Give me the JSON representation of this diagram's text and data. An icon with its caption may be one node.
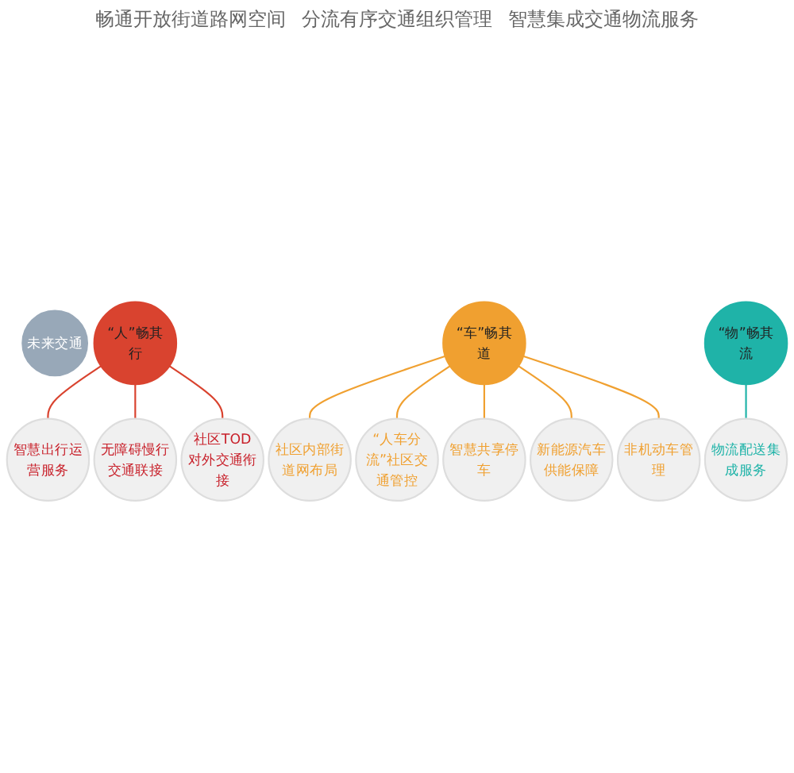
{
  "diagram": {
    "nodes": [
      {
        "text": [
          "未来交通"
        ]
      },
      {
        "text": [
          "“人”畅其行"
        ]
      },
      {
        "text": [
          "“车”畅其道"
        ]
      },
      {
        "text": [
          "“物”畅其流"
        ]
      },
      {
        "text": [
          "智慧出行运营服务"
        ]
      },
      {
        "text": [
          "无障碍慢行交通联接"
        ]
      },
      {
        "text": [
          "社区TOD对外交通衔接"
        ]
      },
      {
        "text": [
          "社区内部街道网布局"
        ]
      },
      {
        "text": [
          "“人车分流”社区交通管控"
        ]
      },
      {
        "text": [
          "物流配送集成服务"
        ]
      },
      {
        "text": [
          "智慧共享停车"
        ]
      },
      {
        "text": [
          "新能源汽车供能保障"
        ]
      },
      {
        "text": [
          "非机动车管理"
        ]
      }
    ],
    "edges": [
      {
        "from": 1,
        "to": 4,
        "arrow": "none",
        "color": "#d9432f"
      },
      {
        "from": 1,
        "to": 5,
        "arrow": "none",
        "color": "#d9432f"
      },
      {
        "from": 1,
        "to": 6,
        "arrow": "none",
        "color": "#d9432f"
      },
      {
        "from": 2,
        "to": 7,
        "arrow": "none"
      },
      {
        "from": 2,
        "to": 8,
        "arrow": "none"
      },
      {
        "from": 2,
        "to": 10,
        "arrow": "none"
      },
      {
        "from": 2,
        "to": 11,
        "arrow": "none"
      },
      {
        "from": 2,
        "to": 12,
        "arrow": "none"
      },
      {
        "from": 3,
        "to": 9,
        "arrow": "none",
        "color": "#1fb3a8"
      }
    ],
    "labels": [
      "畅通开放街道路网空间",
      "分流有序交通组织管理",
      "智慧集成交通物流服务"
    ]
  }
}
